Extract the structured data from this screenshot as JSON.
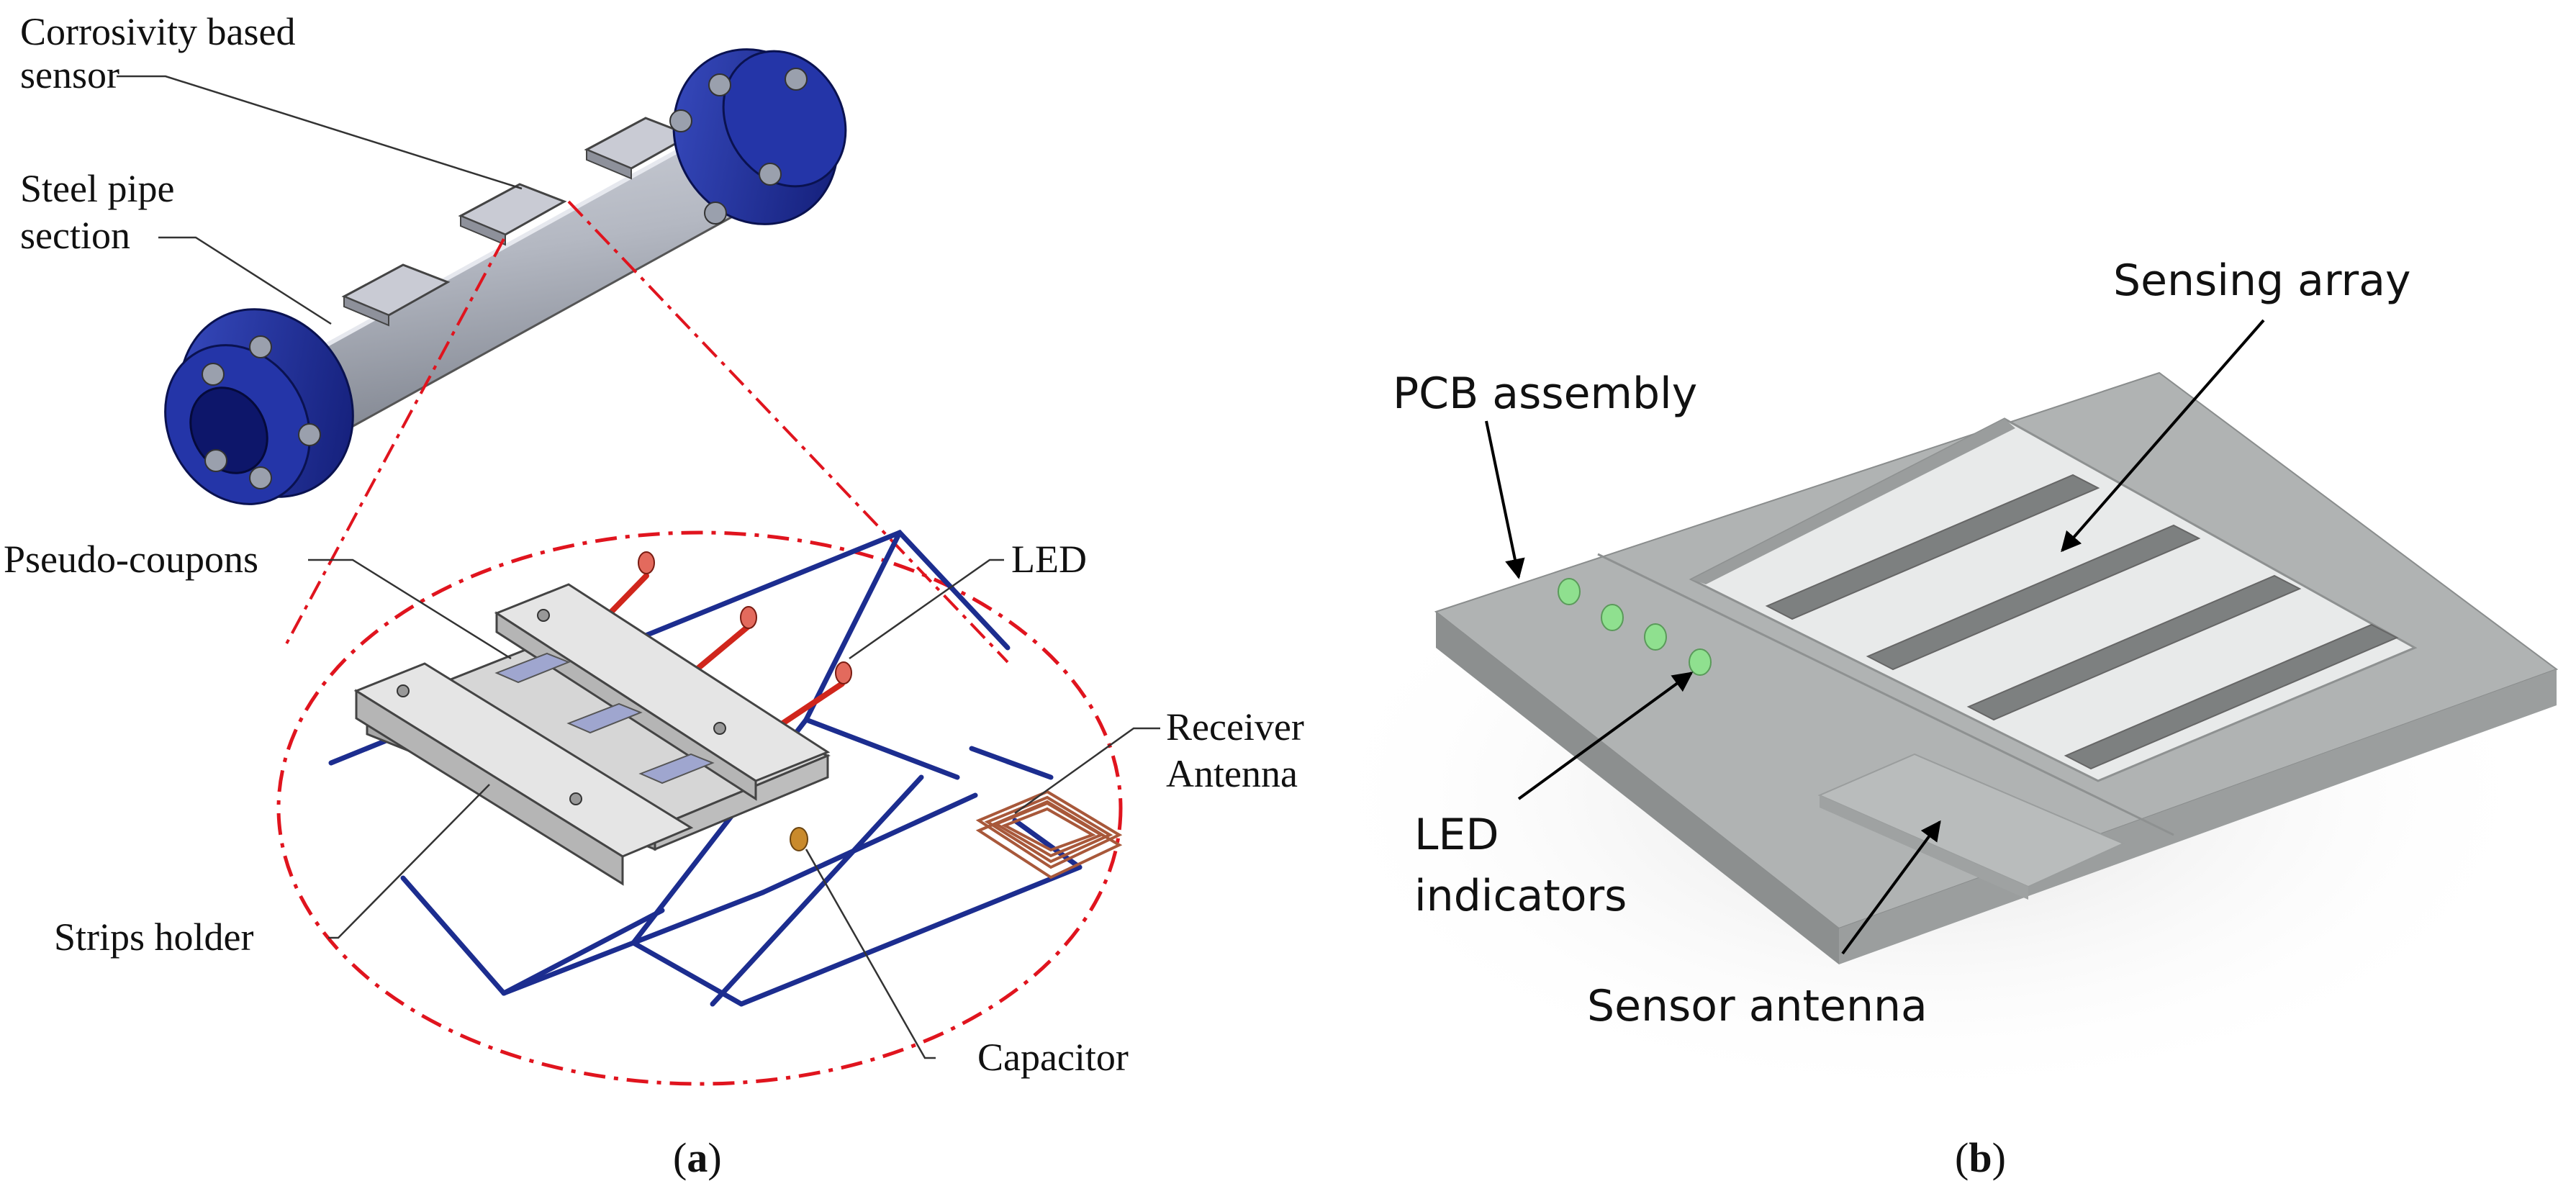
{
  "panel_a": {
    "caption_open": "(",
    "caption_letter": "a",
    "caption_close": ")",
    "labels": {
      "corrosivity_line1": "Corrosivity based",
      "corrosivity_line2": "sensor",
      "steel_line1": "Steel pipe",
      "steel_line2": "section",
      "pseudo_coupons": "Pseudo-coupons",
      "led": "LED",
      "receiver_line1": "Receiver",
      "receiver_line2": "Antenna",
      "strips_holder": "Strips holder",
      "capacitor": "Capacitor"
    }
  },
  "panel_b": {
    "caption_open": "(",
    "caption_letter": "b",
    "caption_close": ")",
    "labels": {
      "sensing_array": "Sensing array",
      "pcb_assembly": "PCB assembly",
      "led_line1": "LED",
      "led_line2": "indicators",
      "sensor_antenna": "Sensor antenna"
    }
  },
  "colors": {
    "flange_blue": "#1f2f9e",
    "pipe_grey": "#b4b8c2",
    "circuit_blue": "#1c2d8f",
    "circuit_red": "#d0261c",
    "ellipse_red": "#e0141e",
    "coil_copper": "#a8583a",
    "board_grey": "#a9acac",
    "led_green": "#8fe08f"
  }
}
